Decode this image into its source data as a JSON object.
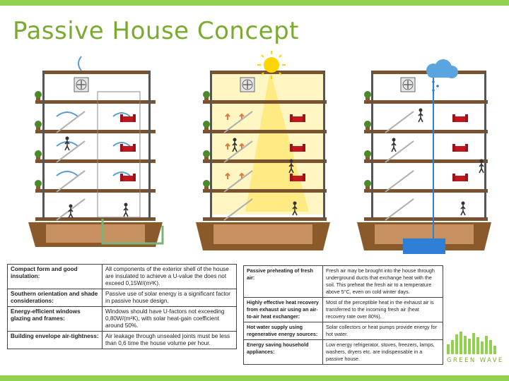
{
  "slide": {
    "title": "Passive House Concept",
    "accent_color": "#92d050",
    "title_color": "#7aab2e"
  },
  "diagrams": [
    {
      "variant": "ventilation",
      "icons": [
        "fan-icon",
        "plant-icon",
        "sofa-icon",
        "person-icon",
        "airflow-arrow-icon"
      ]
    },
    {
      "variant": "solar",
      "icons": [
        "sun-icon",
        "fan-icon",
        "plant-icon",
        "sofa-icon",
        "person-icon"
      ]
    },
    {
      "variant": "water",
      "icons": [
        "cloud-icon",
        "rain-icon",
        "fan-icon",
        "plant-icon",
        "sofa-icon",
        "person-icon",
        "water-tank-icon"
      ]
    }
  ],
  "table_left": {
    "rows": [
      {
        "key": "Compact form and good insulation:",
        "value": "All components of the exterior shell of the house are insulated to achieve a U-value the does not exceed 0,15W/(m²K)."
      },
      {
        "key": "Southern orientation and shade considerations:",
        "value": "Passive use of solar energy is a significant factor in passive house design."
      },
      {
        "key": "Energy-efficient windows glazing and frames:",
        "value": "Windows should have U-factors not exceeding 0,80W/(m²K), with solar heat-gain coefficient around 50%."
      },
      {
        "key": "Building envelope air-tightness:",
        "value": "Air leakage through unsealed joints must be less than 0,6 time the house volume per hour."
      }
    ]
  },
  "table_right": {
    "rows": [
      {
        "key": "Passive preheating of fresh air:",
        "value": "Fresh air may be brought into the house through underground ducts that exchange heat with the soil. This preheat the fresh air to a temperature above 5°C, even on cold winter days."
      },
      {
        "key": "Highly effective heat recovery from exhaust air using an air-to-air heat exchanger:",
        "value": "Most of the perceptible heat in the exhaust air is transferred to the incoming fresh air (heat recovery rate over 80%)."
      },
      {
        "key": "Hot water supply using regenerative energy sources:",
        "value": "Solar collectors or heat pumps provide energy for hot water."
      },
      {
        "key": "Energy saving household appliances:",
        "value": "Low energy refrigerator, stoves, freezers, lamps, washers, dryers etc. are indispensable in a passive house."
      }
    ]
  },
  "logo": {
    "text": "GREEN WAVE"
  }
}
